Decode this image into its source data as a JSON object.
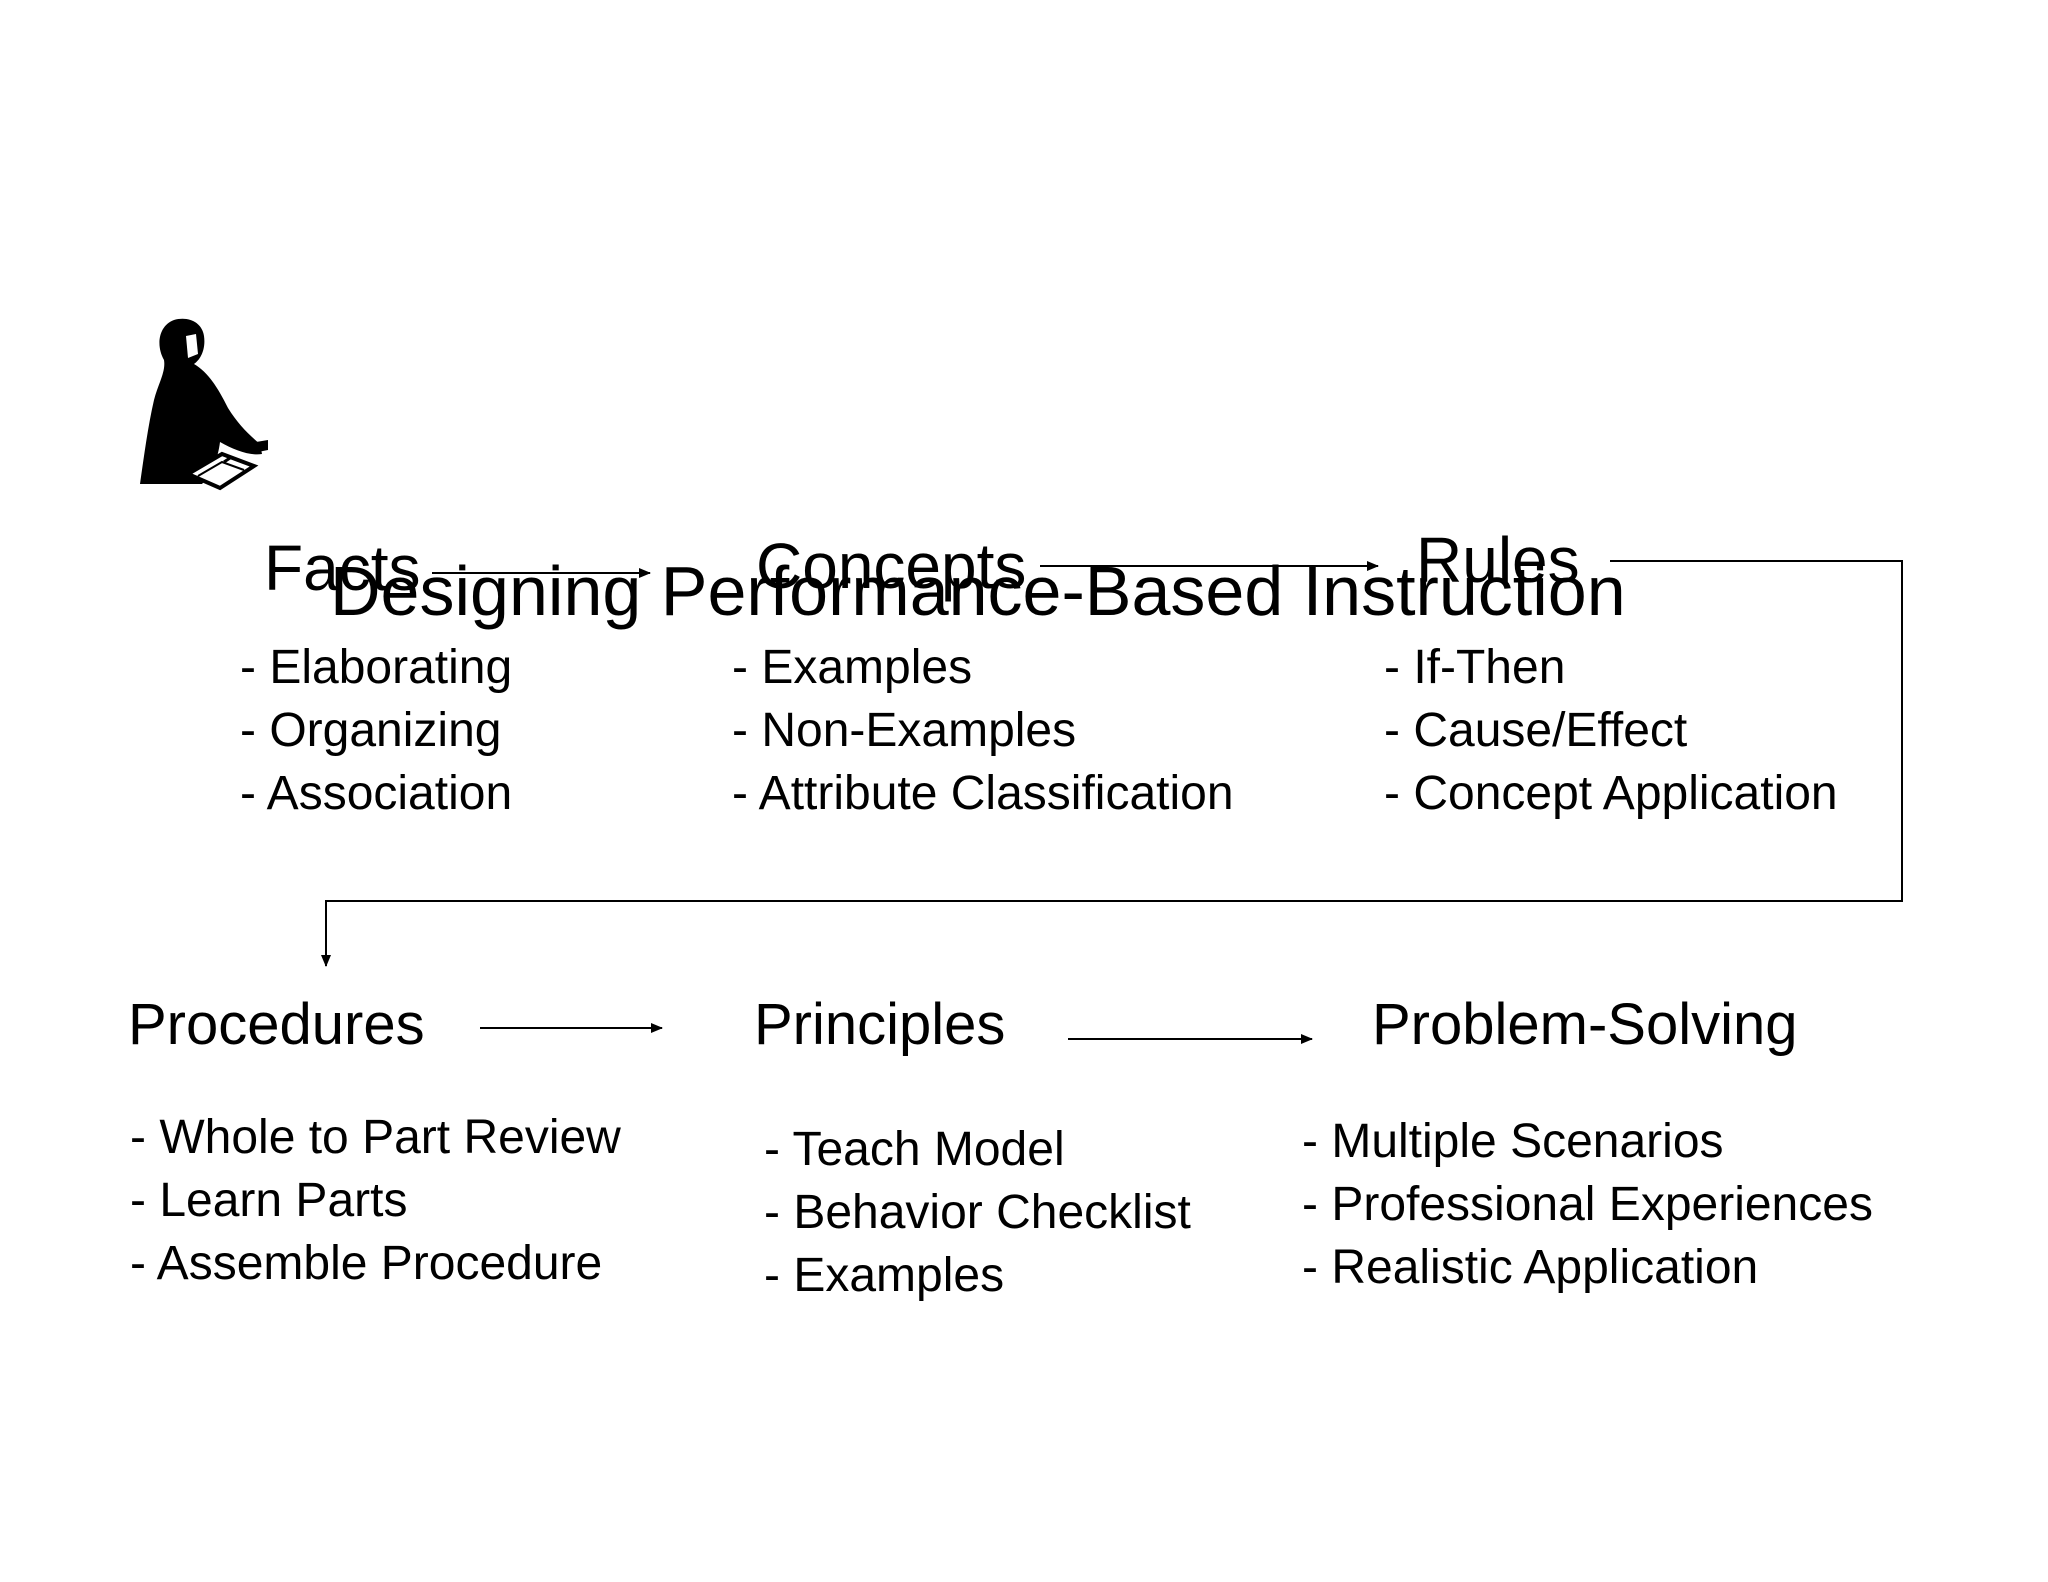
{
  "slide": {
    "title": "Designing Performance-Based Instruction"
  },
  "icons": {
    "figure": "person-at-desk-silhouette-icon"
  },
  "colors": {
    "text": "#000000",
    "background": "#ffffff",
    "lines": "#000000"
  },
  "stages": [
    {
      "title": "Facts",
      "items": [
        "Elaborating",
        "Organizing",
        "Association"
      ]
    },
    {
      "title": "Concepts",
      "items": [
        "Examples",
        "Non-Examples",
        "Attribute Classification"
      ]
    },
    {
      "title": "Rules",
      "items": [
        "If-Then",
        "Cause/Effect",
        "Concept Application"
      ]
    },
    {
      "title": "Procedures",
      "items": [
        "Whole to Part Review",
        "Learn Parts",
        "Assemble Procedure"
      ]
    },
    {
      "title": "Principles",
      "items": [
        "Teach Model",
        "Behavior Checklist",
        "Examples"
      ]
    },
    {
      "title": "Problem-Solving",
      "items": [
        "Multiple Scenarios",
        "Professional Experiences",
        "Realistic Application"
      ]
    }
  ]
}
